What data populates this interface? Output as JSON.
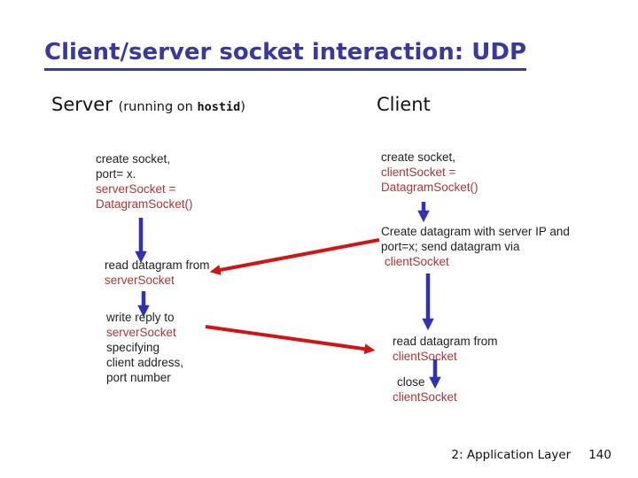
{
  "title": "Client/server socket interaction: UDP",
  "server": {
    "heading": "Server",
    "note_prefix": "(running on ",
    "host": "hostid",
    "note_suffix": ")",
    "steps": {
      "create": [
        "create socket,",
        "port= x.",
        "serverSocket =",
        "DatagramSocket()"
      ],
      "read": [
        "read datagram from",
        "serverSocket"
      ],
      "write": [
        "write reply to",
        "serverSocket",
        "specifying",
        "client address,",
        "port number"
      ]
    }
  },
  "client": {
    "heading": "Client",
    "steps": {
      "create": [
        "create socket,",
        "clientSocket =",
        "DatagramSocket()"
      ],
      "send": [
        "Create datagram with server IP and",
        "port=x; send datagram via",
        "clientSocket"
      ],
      "read": [
        "read datagram from",
        "clientSocket"
      ],
      "close": [
        "close",
        "clientSocket"
      ]
    }
  },
  "footer": {
    "section": "2: Application Layer",
    "page": "140"
  },
  "colors": {
    "title_blue": "#38389e",
    "body_text": "#1f1f1f",
    "code_red": "#b23333",
    "arrow_blue": "#3030b8",
    "arrow_red": "#d31414"
  },
  "icons": {
    "flow_arrows_blue": [
      "arrow-server-create-to-read",
      "arrow-server-read-to-write",
      "arrow-client-create-to-send",
      "arrow-client-send-to-read",
      "arrow-client-read-to-close"
    ],
    "message_arrows_red": [
      "arrow-datagram-client-to-server",
      "arrow-reply-server-to-client"
    ]
  }
}
